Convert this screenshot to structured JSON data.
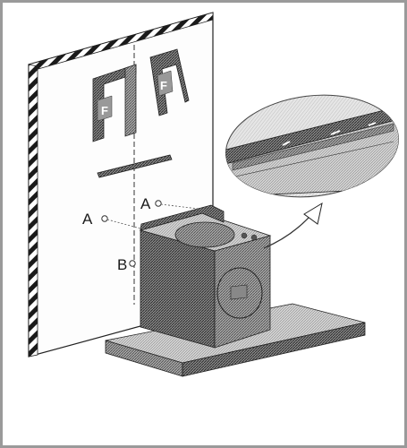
{
  "labels": {
    "bracket_left": "F",
    "bracket_right": "F",
    "point_a_left": "A",
    "point_a_right": "A",
    "point_b": "B"
  },
  "colors": {
    "frame": "#9a9a9a",
    "wall": "#fafafa",
    "wall_stripe_dark": "#1a1a1a",
    "hatch_dark": "#555555",
    "hatch_mid": "#7a7a7a",
    "hatch_light": "#bdbdbd",
    "line": "#333333",
    "background": "#ffffff"
  }
}
